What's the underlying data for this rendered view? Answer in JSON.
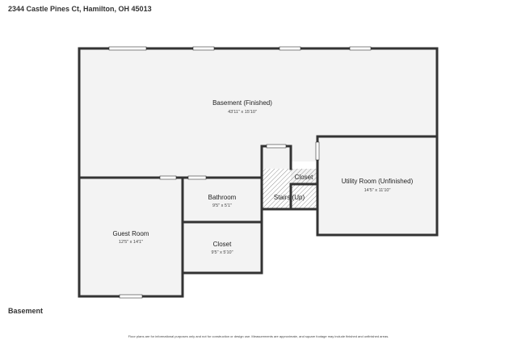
{
  "header": {
    "address": "2344 Castle Pines Ct, Hamilton, OH 45013"
  },
  "footer": {
    "level_label": "Basement",
    "disclaimer": "Floor plans are for informational purposes only and not for construction or design use. Measurements are approximate, and square footage may include finished and unfinished areas."
  },
  "rooms": {
    "basement": {
      "name": "Basement (Finished)",
      "dims": "43'11\" x 15'10\""
    },
    "utility": {
      "name": "Utility Room (Unfinished)",
      "dims": "14'5\" x 11'10\""
    },
    "closet_small": {
      "name": "Closet"
    },
    "stairs": {
      "name": "Stairs (Up)"
    },
    "bathroom": {
      "name": "Bathroom",
      "dims": "9'5\" x 5'1\""
    },
    "guest": {
      "name": "Guest Room",
      "dims": "12'5\" x 14'1\""
    },
    "closet": {
      "name": "Closet",
      "dims": "9'5\" x 5'10\""
    }
  },
  "colors": {
    "floor": "#f3f3f3",
    "wall": "#333333",
    "window": "#ffffff"
  }
}
